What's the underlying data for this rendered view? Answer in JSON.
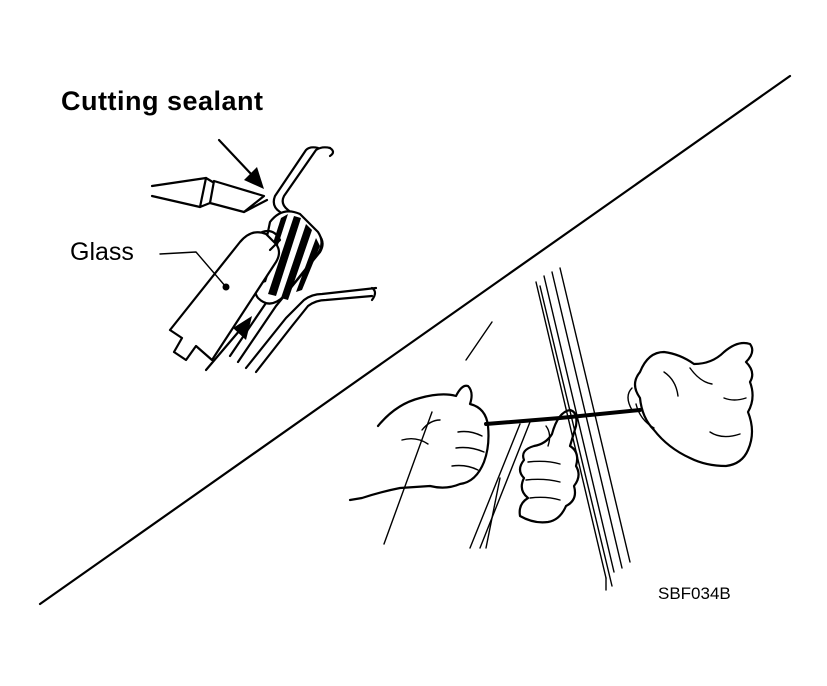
{
  "labels": {
    "cutting_sealant": "Cutting sealant",
    "glass": "Glass",
    "figure_code": "SBF034B"
  },
  "colors": {
    "line": "#000000",
    "background": "#ffffff"
  }
}
